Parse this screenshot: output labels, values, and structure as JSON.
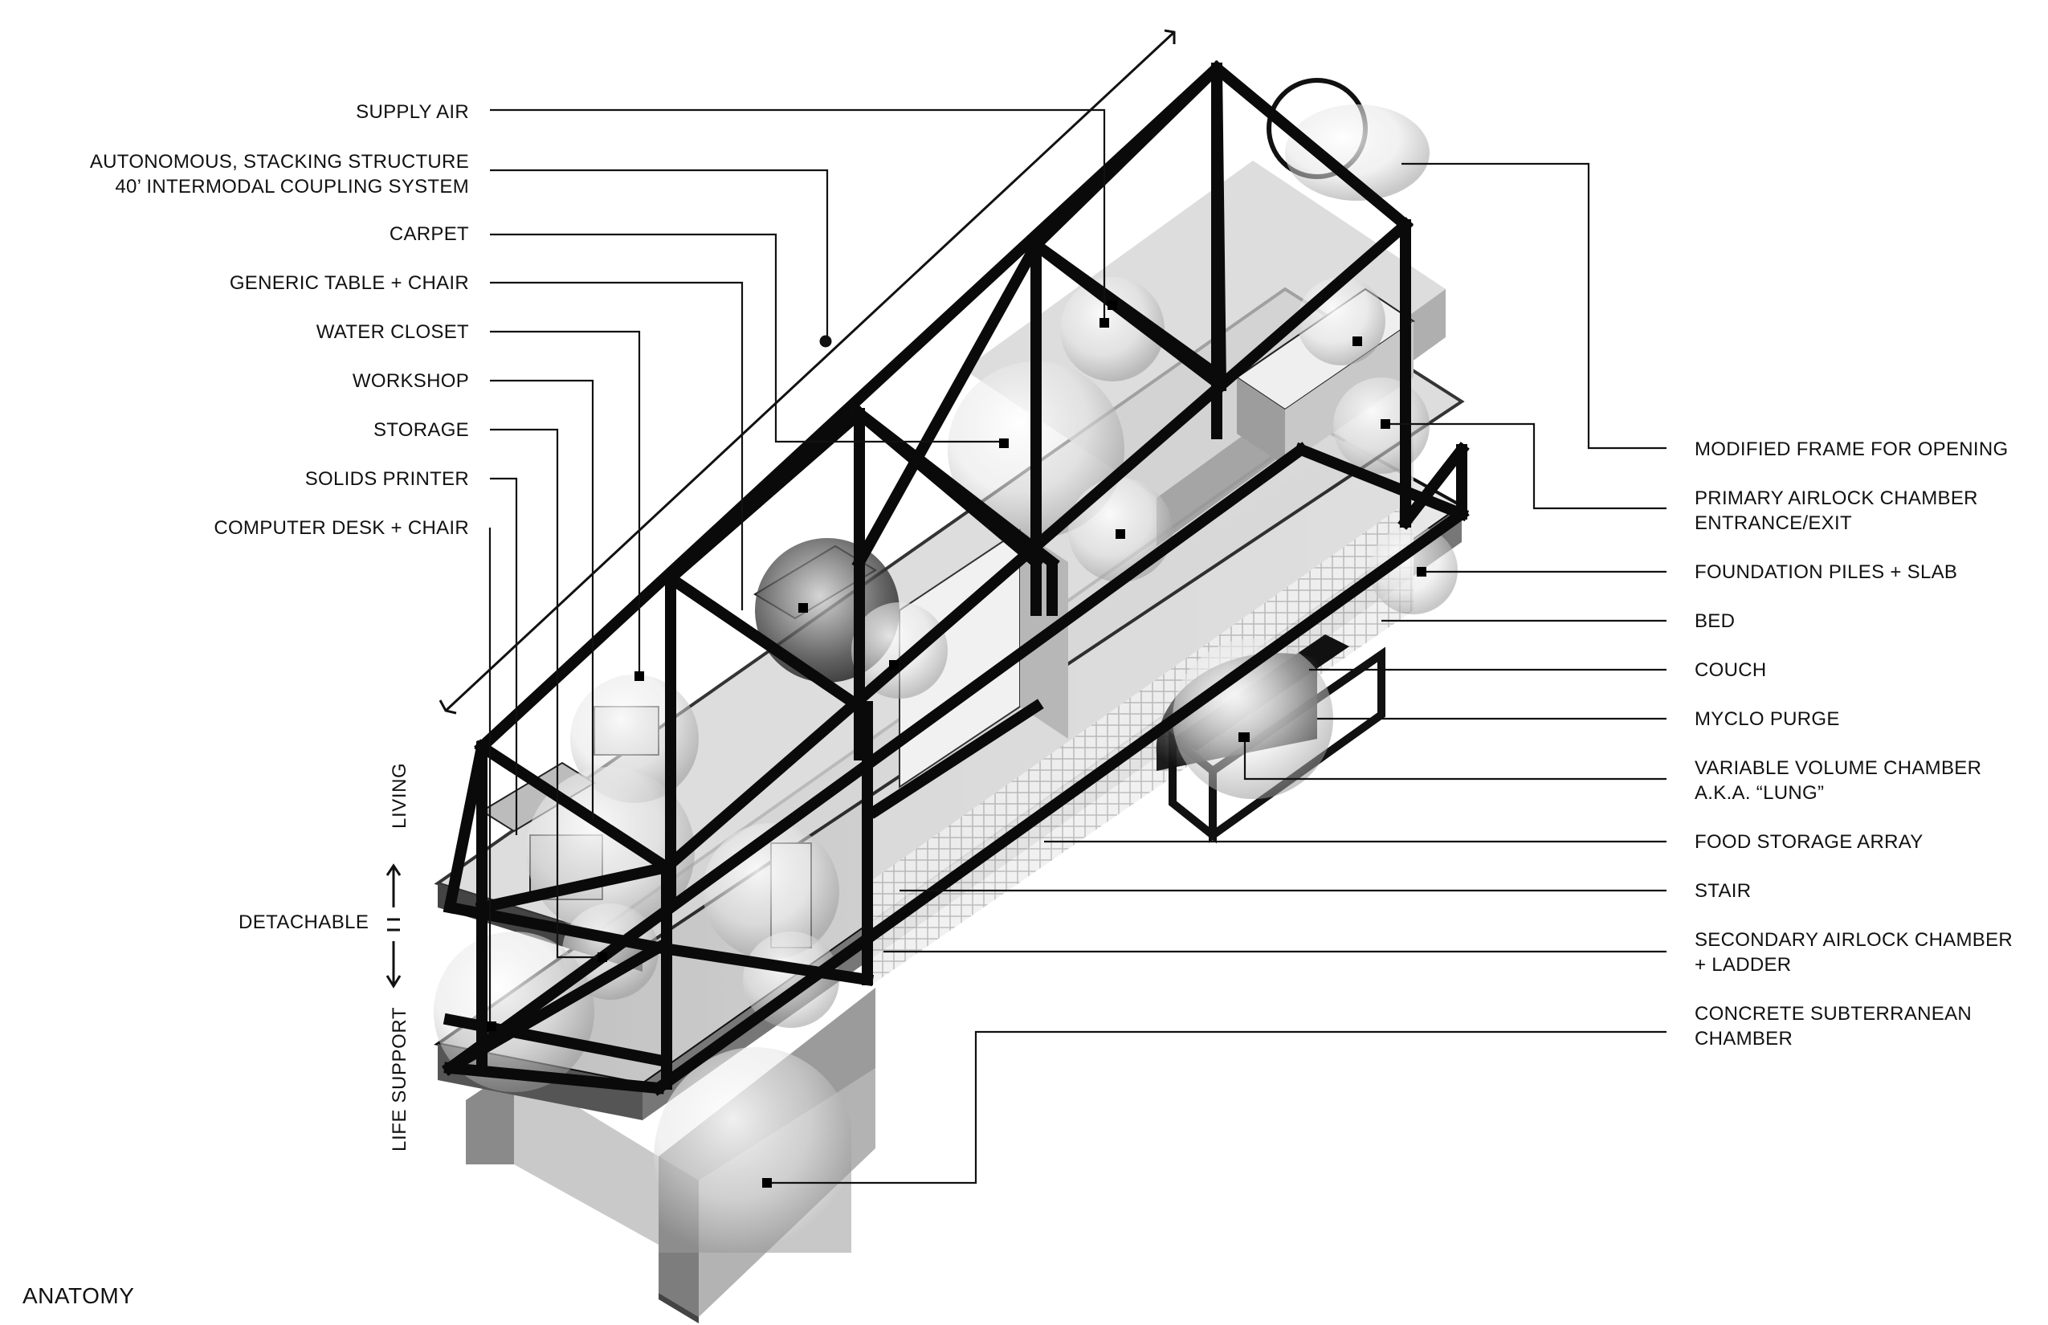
{
  "caption": "ANATOMY",
  "sections": {
    "living": "LIVING",
    "detachable": "DETACHABLE",
    "life_support": "LIFE SUPPORT"
  },
  "left_labels": [
    {
      "lines": [
        "SUPPLY AIR"
      ]
    },
    {
      "lines": [
        "AUTONOMOUS, STACKING STRUCTURE",
        "40’ INTERMODAL COUPLING SYSTEM"
      ]
    },
    {
      "lines": [
        "CARPET"
      ]
    },
    {
      "lines": [
        "GENERIC TABLE + CHAIR"
      ]
    },
    {
      "lines": [
        "WATER CLOSET"
      ]
    },
    {
      "lines": [
        "WORKSHOP"
      ]
    },
    {
      "lines": [
        "STORAGE"
      ]
    },
    {
      "lines": [
        "SOLIDS PRINTER"
      ]
    },
    {
      "lines": [
        "COMPUTER DESK + CHAIR"
      ]
    }
  ],
  "right_labels": [
    {
      "lines": [
        "MODIFIED FRAME FOR OPENING"
      ]
    },
    {
      "lines": [
        "PRIMARY AIRLOCK CHAMBER",
        "ENTRANCE/EXIT"
      ]
    },
    {
      "lines": [
        "FOUNDATION PILES + SLAB"
      ]
    },
    {
      "lines": [
        "BED"
      ]
    },
    {
      "lines": [
        "COUCH"
      ]
    },
    {
      "lines": [
        "MYCLO PURGE"
      ]
    },
    {
      "lines": [
        "VARIABLE VOLUME CHAMBER",
        "A.K.A. “LUNG”"
      ]
    },
    {
      "lines": [
        "FOOD STORAGE ARRAY"
      ]
    },
    {
      "lines": [
        "STAIR"
      ]
    },
    {
      "lines": [
        "SECONDARY AIRLOCK CHAMBER",
        "+ LADDER"
      ]
    },
    {
      "lines": [
        "CONCRETE SUBTERRANEAN",
        "CHAMBER"
      ]
    }
  ]
}
